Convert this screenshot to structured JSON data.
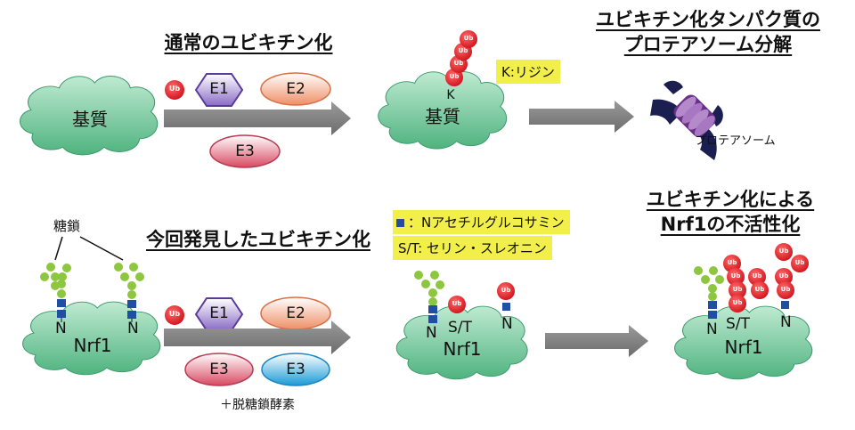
{
  "top": {
    "title": "通常のユビキチン化",
    "substrate": "基質",
    "ub": "Ub",
    "e1": "E1",
    "e2": "E2",
    "e3": "E3",
    "k": "K",
    "lysine_note": "K:リジン",
    "degradation_title_1": "ユビキチン化タンパク質の",
    "degradation_title_2": "プロテアソーム分解",
    "proteasome": "プロテアソーム"
  },
  "bottom": {
    "title": "今回発見したユビキチン化",
    "glycan": "糖鎖",
    "nrf1": "Nrf1",
    "n": "N",
    "st": "S/T",
    "ub": "Ub",
    "e1": "E1",
    "e2": "E2",
    "e3a": "E3",
    "e3b": "E3",
    "deglyco": "＋脱糖鎖酵素",
    "legend_glcnac": "：Nアセチルグルコサミン",
    "legend_st": "S/T: セリン・スレオニン",
    "result_title_1": "ユビキチン化による",
    "result_title_2": "Nrf1の不活性化"
  },
  "colors": {
    "cloud": "#6fc89a",
    "ub": "#e11d25",
    "arrow": "#7a7a7a",
    "glycan_ball": "#8dc63f",
    "glcnac": "#1f4ea3",
    "e1": "#7b56b8",
    "e2": "#f0a07c",
    "e3": "#d9576c",
    "e3b": "#2aa7dd",
    "highlight": "#f2ef4a"
  }
}
